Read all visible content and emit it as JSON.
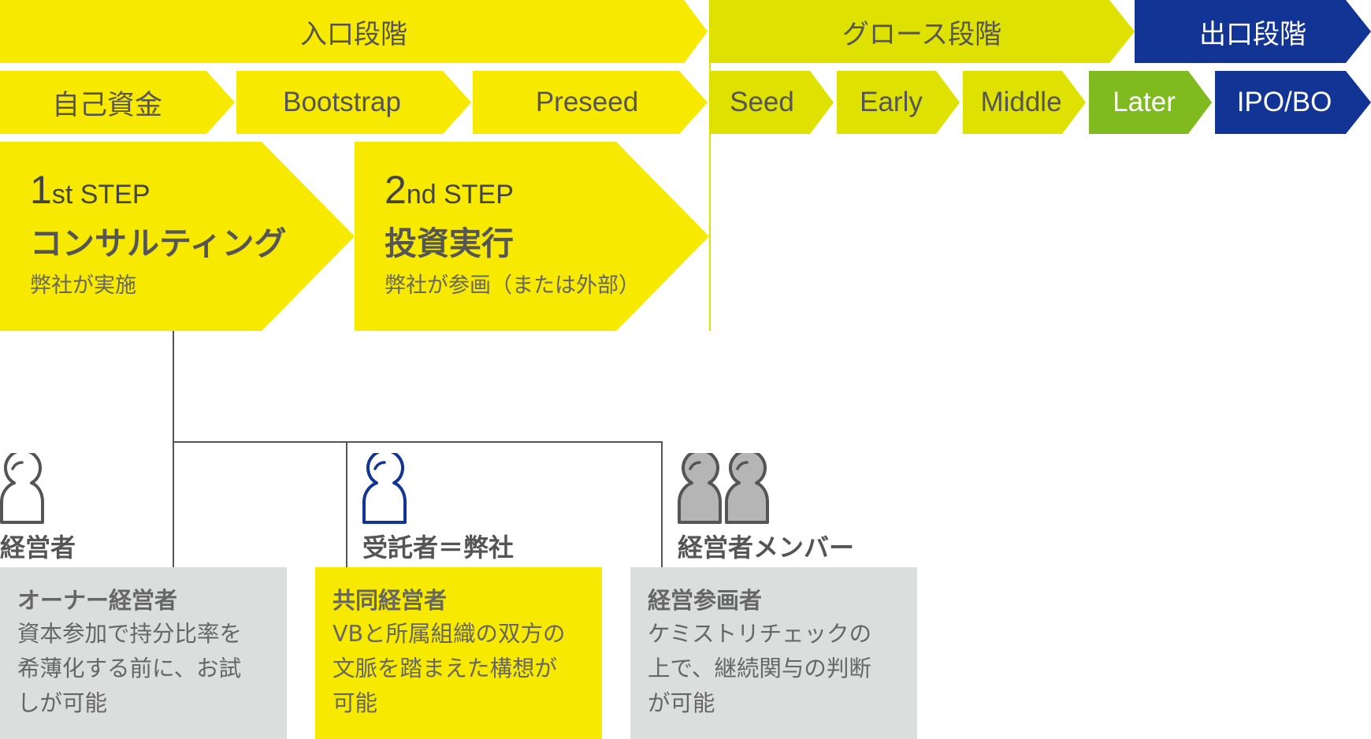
{
  "colors": {
    "yellow": "#f7e900",
    "lime": "#dfe200",
    "green": "#7fba1f",
    "navy": "#123494",
    "gray_card": "#dcdddd",
    "text_dark": "#555555"
  },
  "stages": [
    {
      "label": "入口段階",
      "color": "#f7e900",
      "text_color": "#555555"
    },
    {
      "label": "グロース段階",
      "color": "#dfe200",
      "text_color": "#555555"
    },
    {
      "label": "出口段階",
      "color": "#123494",
      "text_color": "#ffffff"
    }
  ],
  "substages": [
    {
      "label": "自己資金",
      "color": "#f7e900",
      "text_color": "#555555"
    },
    {
      "label": "Bootstrap",
      "color": "#f7e900",
      "text_color": "#555555"
    },
    {
      "label": "Preseed",
      "color": "#f7e900",
      "text_color": "#555555"
    },
    {
      "label": "Seed",
      "color": "#dfe200",
      "text_color": "#555555"
    },
    {
      "label": "Early",
      "color": "#dfe200",
      "text_color": "#555555"
    },
    {
      "label": "Middle",
      "color": "#dfe200",
      "text_color": "#555555"
    },
    {
      "label": "Later",
      "color": "#7fba1f",
      "text_color": "#ffffff"
    },
    {
      "label": "IPO/BO",
      "color": "#123494",
      "text_color": "#ffffff"
    }
  ],
  "steps": [
    {
      "num": "1",
      "suffix": "st STEP",
      "title": "コンサルティング",
      "desc": "弊社が実施"
    },
    {
      "num": "2",
      "suffix": "nd STEP",
      "title": "投資実行",
      "desc": "弊社が参画（または外部）"
    }
  ],
  "roles": [
    {
      "label": "経営者",
      "icon": "person-outline-icon",
      "icon_color": "#555555",
      "card_title": "オーナー経営者",
      "card_lines": [
        "資本参加で持分比率を",
        "希薄化する前に、お試",
        "しが可能"
      ],
      "card_color": "#dcdddd"
    },
    {
      "label": "受託者＝弊社",
      "icon": "person-outline-icon",
      "icon_color": "#123494",
      "card_title": "共同経営者",
      "card_lines": [
        "VBと所属組織の双方の",
        "文脈を踏まえた構想が",
        "可能"
      ],
      "card_color": "#f7e900"
    },
    {
      "label": "経営者メンバー",
      "icon": "people-group-icon",
      "icon_color": "#555555",
      "card_title": "経営参画者",
      "card_lines": [
        "ケミストリチェックの",
        "上で、継続関与の判断",
        "が可能"
      ],
      "card_color": "#dcdddd"
    }
  ]
}
